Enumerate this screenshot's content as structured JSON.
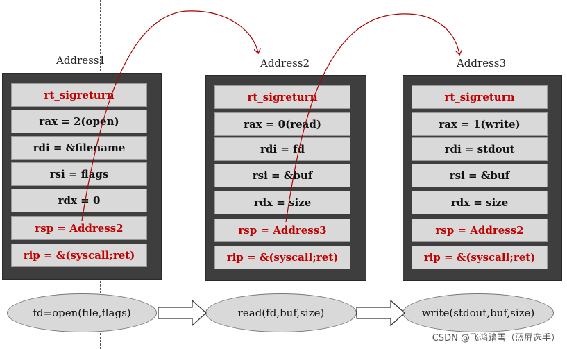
{
  "frames": [
    {
      "label": "Address1",
      "rows": [
        {
          "text": "rt_sigreturn",
          "color": "#c00000"
        },
        {
          "text": "rax = 2(open)",
          "color": "#111111"
        },
        {
          "text": "rdi = &filename",
          "color": "#111111"
        },
        {
          "text": "rsi = flags",
          "color": "#111111"
        },
        {
          "text": "rdx = 0",
          "color": "#111111"
        },
        {
          "text": "rsp = Address2",
          "color": "#c00000"
        },
        {
          "text": "rip = &(syscall;ret)",
          "color": "#c00000"
        }
      ]
    },
    {
      "label": "Address2",
      "rows": [
        {
          "text": "rt_sigreturn",
          "color": "#c00000"
        },
        {
          "text": "rax = 0(read)",
          "color": "#111111"
        },
        {
          "text": "rdi = fd",
          "color": "#111111"
        },
        {
          "text": "rsi = &buf",
          "color": "#111111"
        },
        {
          "text": "rdx = size",
          "color": "#111111"
        },
        {
          "text": "rsp = Address3",
          "color": "#c00000"
        },
        {
          "text": "rip = &(syscall;ret)",
          "color": "#c00000"
        }
      ]
    },
    {
      "label": "Address3",
      "rows": [
        {
          "text": "rt_sigreturn",
          "color": "#c00000"
        },
        {
          "text": "rax = 1(write)",
          "color": "#111111"
        },
        {
          "text": "rdi = stdout",
          "color": "#111111"
        },
        {
          "text": "rsi = &buf",
          "color": "#111111"
        },
        {
          "text": "rdx = size",
          "color": "#111111"
        },
        {
          "text": "rsp = Address2",
          "color": "#c00000"
        },
        {
          "text": "rip = &(syscall;ret)",
          "color": "#c00000"
        }
      ]
    }
  ],
  "calls": [
    "fd=open(file,flags)",
    "read(fd,buf,size)",
    "write(stdout,buf,size)"
  ],
  "watermark": "CSDN @飞鸿踏雪（蓝屏选手）",
  "colors": {
    "frame_bg": "#3e3e3e",
    "cell_bg": "#d9d9d9",
    "highlight_text": "#c00000",
    "arc_color": "#b00000"
  }
}
